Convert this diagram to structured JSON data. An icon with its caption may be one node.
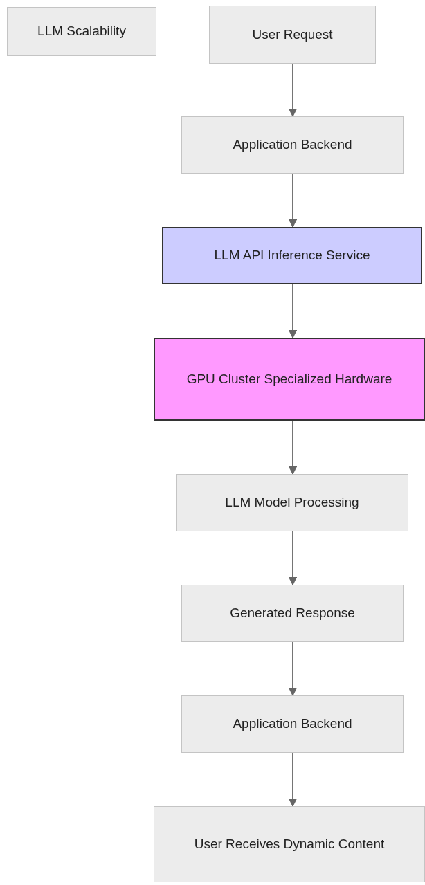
{
  "diagram": {
    "nodes": [
      {
        "text": [
          "LLM Scalability"
        ]
      },
      {
        "text": [
          "User Request"
        ]
      },
      {
        "text": [
          "Application Backend"
        ]
      },
      {
        "text": [
          "LLM API Inference Service"
        ]
      },
      {
        "text": [
          "GPU Cluster Specialized Hardware"
        ]
      },
      {
        "text": [
          "LLM Model Processing"
        ]
      },
      {
        "text": [
          "Generated Response"
        ]
      },
      {
        "text": [
          "Application Backend"
        ]
      },
      {
        "text": [
          "User Receives Dynamic Content"
        ]
      }
    ],
    "edges": [
      {
        "from": 1,
        "to": 2,
        "arrow": "to"
      },
      {
        "from": 2,
        "to": 3,
        "arrow": "to"
      },
      {
        "from": 3,
        "to": 4,
        "arrow": "to"
      },
      {
        "from": 4,
        "to": 5,
        "arrow": "to"
      },
      {
        "from": 5,
        "to": 6,
        "arrow": "to"
      },
      {
        "from": 6,
        "to": 7,
        "arrow": "to"
      },
      {
        "from": 7,
        "to": 8,
        "arrow": "to"
      }
    ]
  }
}
